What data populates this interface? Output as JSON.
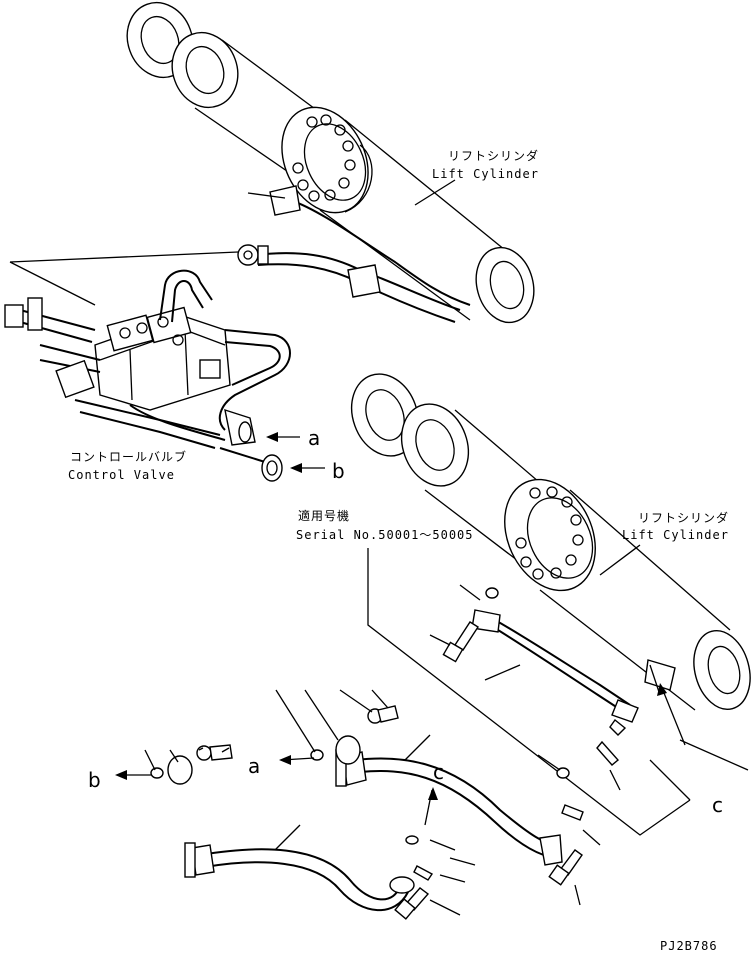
{
  "labels": {
    "lift_cylinder_top_jp": "リフトシリンダ",
    "lift_cylinder_top_en": "Lift Cylinder",
    "lift_cylinder_right_jp": "リフトシリンダ",
    "lift_cylinder_right_en": "Lift Cylinder",
    "control_valve_jp": "コントロールバルブ",
    "control_valve_en": "Control Valve",
    "serial_jp": "適用号機",
    "serial_en": "Serial No.50001～50005",
    "drawing_code": "PJ2B786"
  },
  "callouts": {
    "a_upper": "a",
    "b_upper": "b",
    "a_lower": "a",
    "b_lower": "b",
    "c_lower": "c",
    "c_right": "c"
  }
}
